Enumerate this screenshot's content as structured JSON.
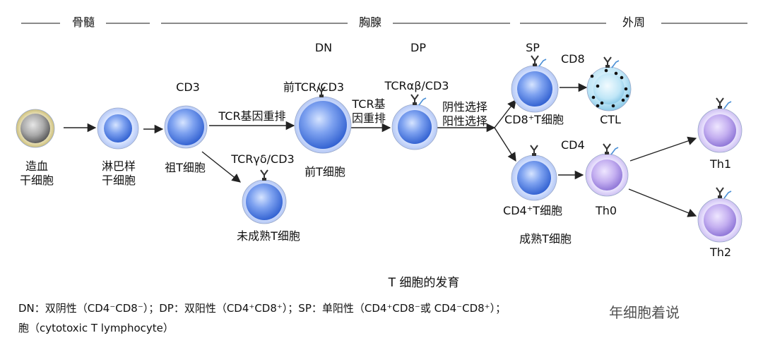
{
  "regions": {
    "bone_marrow": "骨髓",
    "thymus": "胸腺",
    "periphery": "外周"
  },
  "stages": {
    "dn": "DN",
    "dp": "DP",
    "sp": "SP"
  },
  "cells": {
    "hematopoietic_stem": [
      "造血",
      "干细胞"
    ],
    "lymphoid_stem": [
      "淋巴样",
      "干细胞"
    ],
    "pro_t": "祖T细胞",
    "pre_t": "前T细胞",
    "immature_t": "未成熟T细胞",
    "cd8_t": "CD8⁺T细胞",
    "cd4_t": "CD4⁺T细胞",
    "ctl": "CTL",
    "th0": "Th0",
    "th1": "Th1",
    "th2": "Th2",
    "mature_t": "成熟T细胞"
  },
  "markers": {
    "cd3": "CD3",
    "pre_tcr": "前TCR/CD3",
    "tcr_gd": "TCRγδ/CD3",
    "tcr_ab": "TCRαβ/CD3",
    "cd8": "CD8",
    "cd4": "CD4"
  },
  "arrow_labels": {
    "tcr_rearrange": "TCR基因重排",
    "tcr_rearrange_2": [
      "TCR基",
      "因重排"
    ],
    "selection": [
      "阴性选择",
      "阳性选择"
    ]
  },
  "caption": {
    "title": "T 细胞的发育",
    "line1": "DN：双阴性（CD4⁻CD8⁻）；DP：双阳性（CD4⁺CD8⁺）；SP：单阳性（CD4⁺CD8⁻或 CD4⁻CD8⁺）；",
    "line2": "胞（cytotoxic T lymphocyte）"
  },
  "watermark": "年细胞着说"
}
